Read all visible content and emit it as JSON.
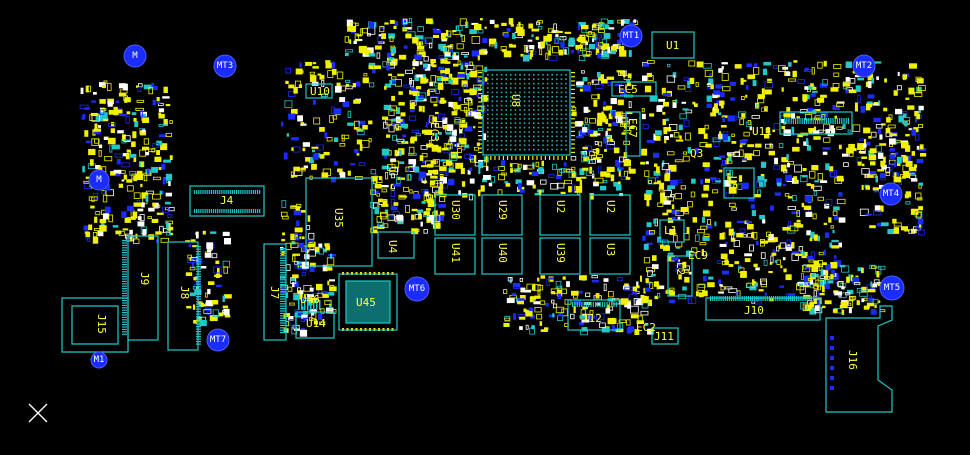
{
  "view": {
    "title": "PCB board view"
  },
  "colors": {
    "background": "#000000",
    "outline": "#20c8c8",
    "pad": "#f0f000",
    "via": "#1a2cff",
    "hole": "#ffffff",
    "label": "#ffff3c",
    "mounting_hole": "#1a2cff"
  },
  "mounting_holes": [
    {
      "id": "mt-1",
      "label": "MT1"
    },
    {
      "id": "mt-2",
      "label": "MT2"
    },
    {
      "id": "mt-3",
      "label": "MT3"
    },
    {
      "id": "mt-4",
      "label": "MT4"
    },
    {
      "id": "mt-5",
      "label": "MT5"
    },
    {
      "id": "mt-6",
      "label": "MT6"
    },
    {
      "id": "mt-7",
      "label": "MT7"
    },
    {
      "id": "mt-8",
      "label": "M"
    },
    {
      "id": "mt-9",
      "label": "M"
    },
    {
      "id": "mt-10",
      "label": "M1"
    }
  ],
  "components": {
    "j15": "J15",
    "j9": "J9",
    "j8": "J8",
    "j7": "J7",
    "j4": "J4",
    "j12": "J12",
    "j10": "J10",
    "j16": "J16",
    "j11": "J11",
    "u35": "U35",
    "u45": "U45",
    "u46": "U46",
    "u14": "U14",
    "u4": "U4",
    "u8": "U8",
    "u30": "U30",
    "u29": "U29",
    "u2a": "U2",
    "u2b": "U2",
    "u41": "U41",
    "u40": "U40",
    "u39": "U39",
    "u3": "U3",
    "u10": "U10",
    "u1": "U1",
    "u11": "U11",
    "u5": "U5",
    "ec7": "EC7",
    "ec5": "EC5",
    "ec2": "EC2",
    "ec9": "EC9",
    "ec3": "EC3",
    "l1": "L1",
    "l2": "L2",
    "q3": "Q3"
  },
  "axis_marker": "origin-cross"
}
